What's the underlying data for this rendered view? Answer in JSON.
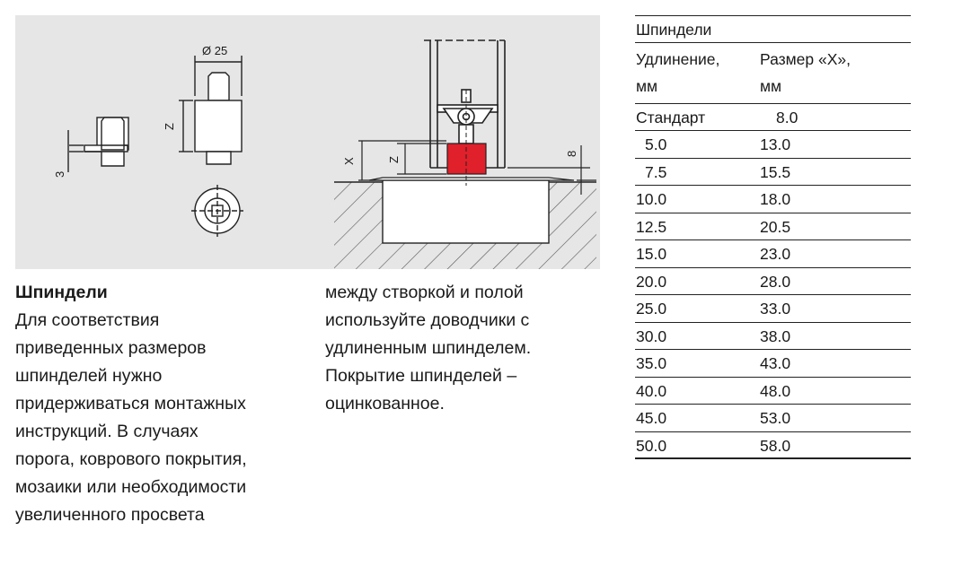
{
  "diagram": {
    "label_diameter": "Ø 25",
    "label_z_small": "Z",
    "label_3": "3",
    "label_x": "X",
    "label_z_main": "Z",
    "label_8": "8",
    "accent_color": "#e0202a"
  },
  "text": {
    "col1_lines": [
      "Шпиндели",
      "Для соответствия",
      "приведенных размеров",
      "шпинделей нужно",
      "придерживаться монтажных",
      "инструкций. В случаях",
      "порога, коврового покрытия,",
      "мозаики или необходимости",
      "увеличенного просвета"
    ],
    "col2_lines": [
      "между створкой и полой",
      "используйте доводчики с",
      "удлиненным шпинделем.",
      "Покрытие шпинделей –",
      "оцинкованное."
    ]
  },
  "table": {
    "title": "Шпиндели",
    "col1_header_top": "Удлинение,",
    "col1_header_bottom": "мм",
    "col2_header_top": "Размер «X»,",
    "col2_header_bottom": "мм",
    "rows": [
      [
        "Стандарт",
        "8.0"
      ],
      [
        "5.0",
        "13.0"
      ],
      [
        "7.5",
        "15.5"
      ],
      [
        "10.0",
        "18.0"
      ],
      [
        "12.5",
        "20.5"
      ],
      [
        "15.0",
        "23.0"
      ],
      [
        "20.0",
        "28.0"
      ],
      [
        "25.0",
        "33.0"
      ],
      [
        "30.0",
        "38.0"
      ],
      [
        "35.0",
        "43.0"
      ],
      [
        "40.0",
        "48.0"
      ],
      [
        "45.0",
        "53.0"
      ],
      [
        "50.0",
        "58.0"
      ]
    ]
  }
}
